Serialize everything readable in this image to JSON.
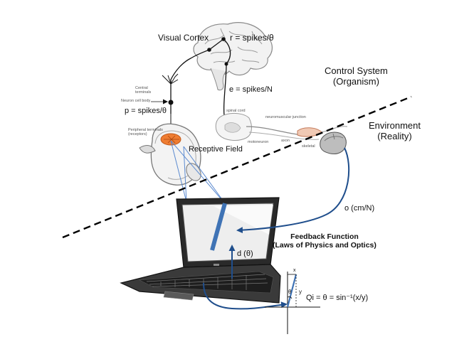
{
  "labels": {
    "visual_cortex": "Visual Cortex",
    "r_eq": "r = spikes/θ",
    "e_eq": "e = spikes/N",
    "p_eq": "p = spikes/θ",
    "central_terminals": "Central\nterminals",
    "neuron_cell_body": "Neuron cell body",
    "peripheral_terminals": "Peripheral terminals\n(receptors)",
    "receptive_field": "Receptive Field",
    "spinal_cord": "spinal cord",
    "neuromuscular_junction": "neuromuscular junction",
    "motoneuron": "motoneuron",
    "axon": "axon",
    "skeletal": "skeletal",
    "control_system": "Control System\n(Organism)",
    "environment": "Environment\n(Reality)",
    "o_eq": "o (cm/N)",
    "feedback_function": "Feedback Function\n(Laws of Physics and Optics)",
    "d_eq": "d (θ)",
    "qi_eq": "Qi = θ = sin⁻¹(x/y)",
    "axis_x": "x",
    "axis_theta": "θ",
    "axis_y": "y"
  },
  "colors": {
    "line_blue": "#3f73b5",
    "arrow_navy": "#1f4e8c",
    "receptor_orange": "#ef7d32",
    "dash_black": "#000000"
  }
}
